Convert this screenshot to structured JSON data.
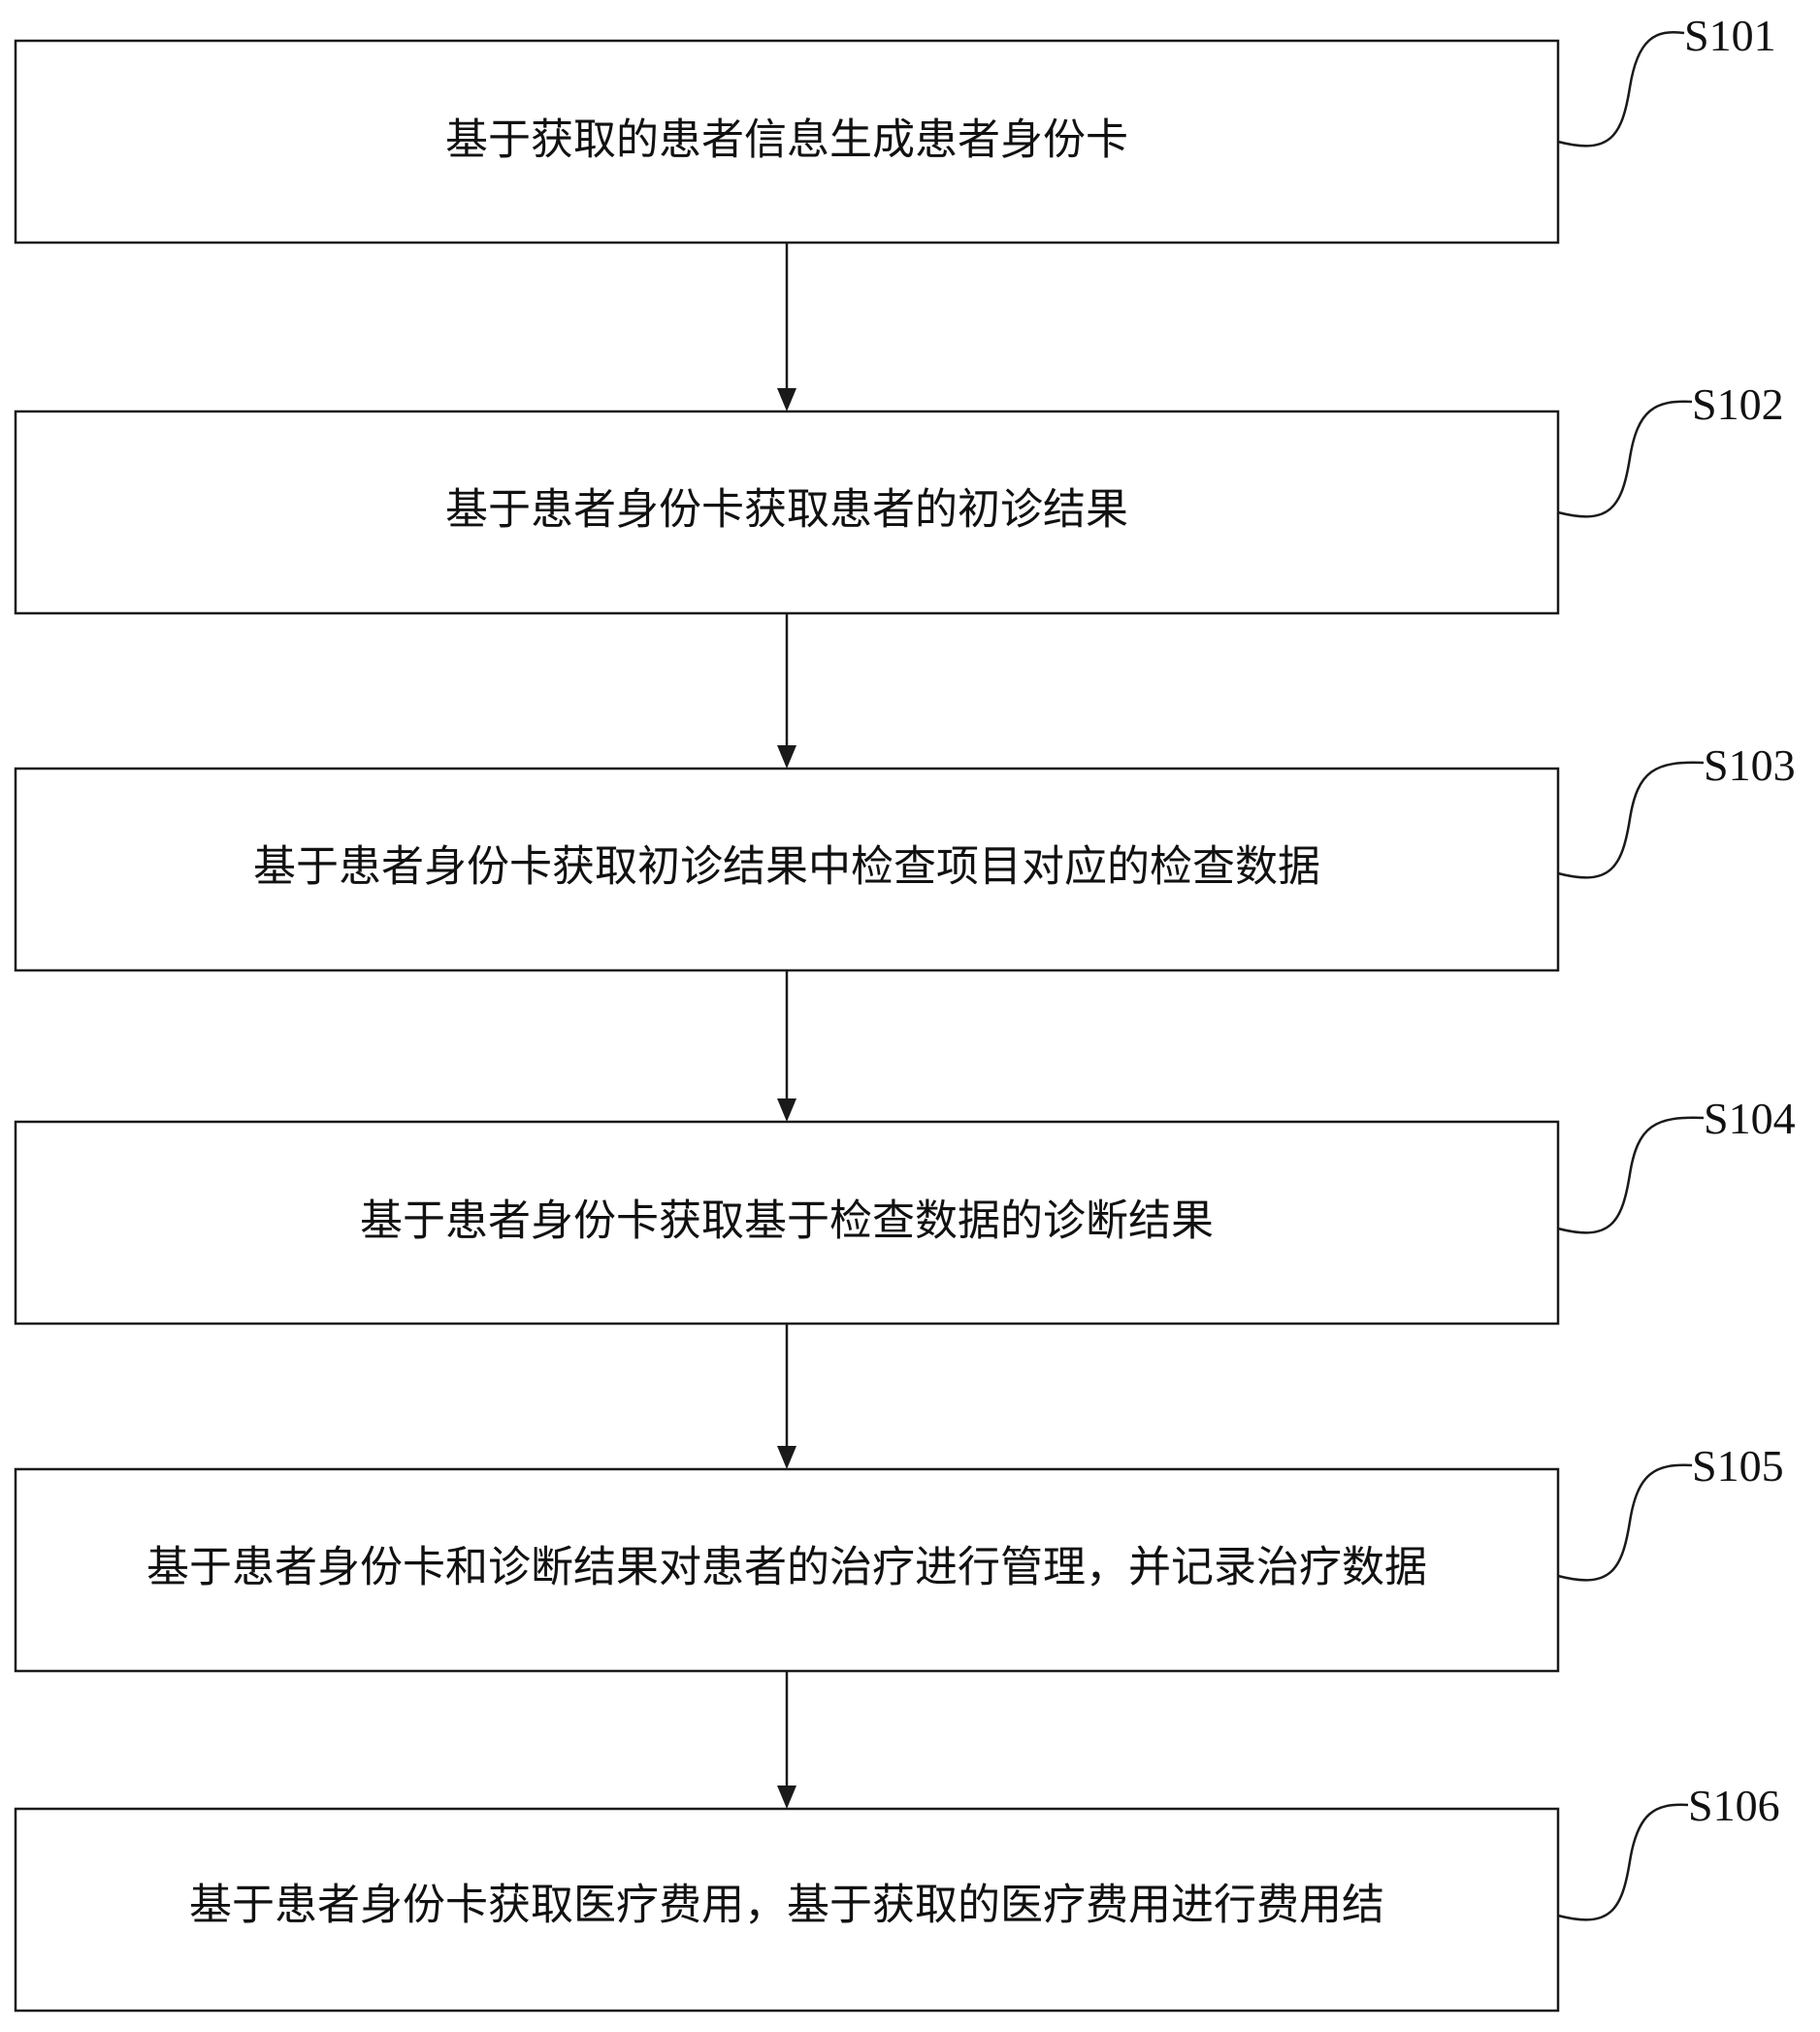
{
  "steps": [
    {
      "label": "S101",
      "text": "基于获取的患者信息生成患者身份卡"
    },
    {
      "label": "S102",
      "text": "基于患者身份卡获取患者的初诊结果"
    },
    {
      "label": "S103",
      "text": "基于患者身份卡获取初诊结果中检查项目对应的检查数据"
    },
    {
      "label": "S104",
      "text": "基于患者身份卡获取基于检查数据的诊断结果"
    },
    {
      "label": "S105",
      "text": "基于患者身份卡和诊断结果对患者的治疗进行管理，并记录治疗数据"
    },
    {
      "label": "S106",
      "text": "基于患者身份卡获取医疗费用，基于获取的医疗费用进行费用结"
    }
  ]
}
